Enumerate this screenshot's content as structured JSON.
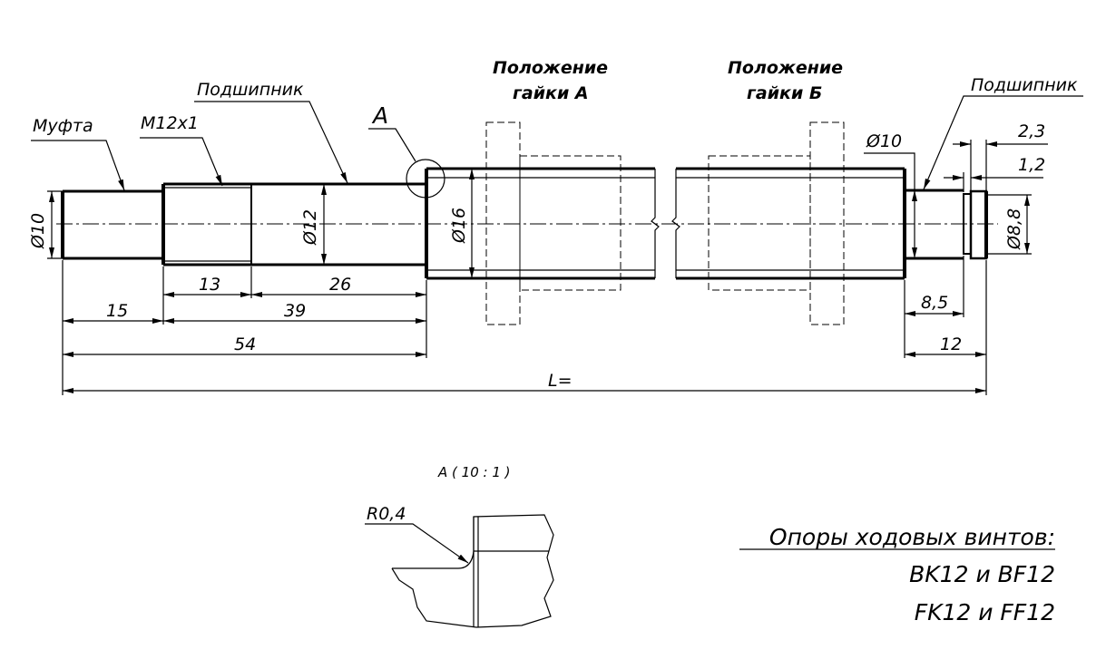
{
  "labels": {
    "coupling": "Муфта",
    "thread": "M12x1",
    "bearing_left": "Подшипник",
    "detail_mark": "A",
    "nut_a_line1": "Положение",
    "nut_a_line2": "гайки А",
    "nut_b_line1": "Положение",
    "nut_b_line2": "гайки Б",
    "bearing_right": "Подшипник"
  },
  "dimensions": {
    "d_left": "Ø10",
    "d_bearing": "Ø12",
    "d_screw": "Ø16",
    "d_right": "Ø10",
    "d_groove": "Ø8,8",
    "len_thread": "13",
    "len_bearing": "26",
    "len_coupling": "15",
    "len_39": "39",
    "len_54": "54",
    "total": "L=",
    "len_8_5": "8,5",
    "len_12": "12",
    "groove_2_3": "2,3",
    "groove_1_2": "1,2"
  },
  "detail": {
    "title": "A ( 10 : 1 )",
    "radius": "R0,4"
  },
  "notes": {
    "heading": "Опоры ходовых винтов:",
    "line1": "BK12 и BF12",
    "line2": "FK12 и FF12"
  }
}
